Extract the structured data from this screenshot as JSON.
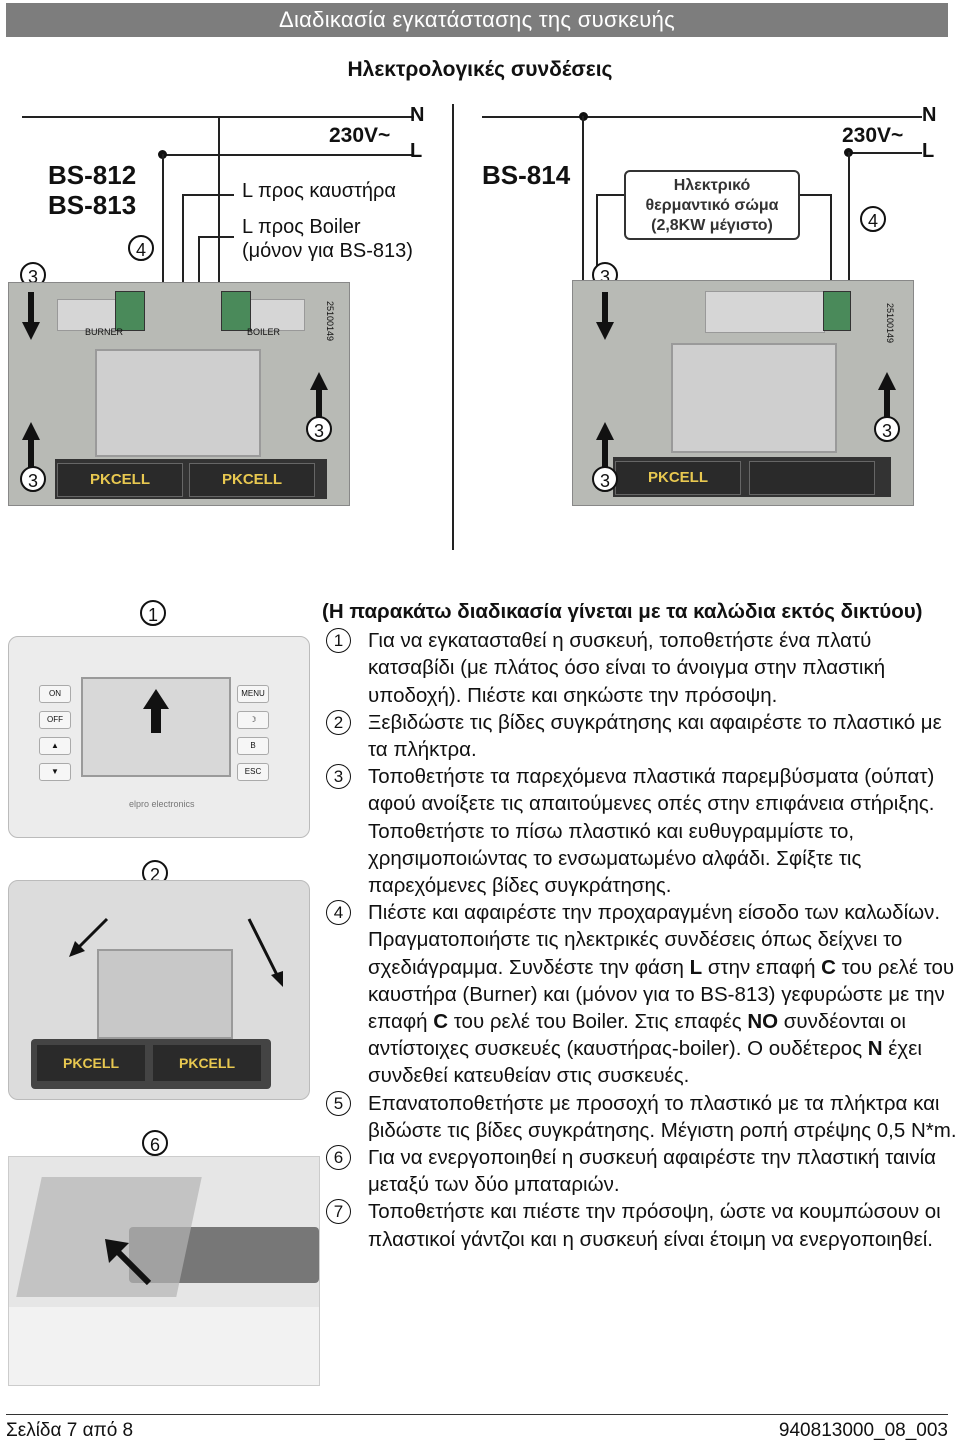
{
  "header": {
    "title": "Διαδικασία εγκατάστασης της συσκευής"
  },
  "section": {
    "title": "Ηλεκτρολογικές συνδέσεις"
  },
  "left_diagram": {
    "models": [
      "BS-812",
      "BS-813"
    ],
    "voltage": "230V~",
    "n_label": "N",
    "l_label": "L",
    "wire_burner": "L προς καυστήρα",
    "wire_boiler": "L προς Boiler",
    "wire_boiler_note": "(μόνον για BS-813)",
    "callouts": [
      "3",
      "4",
      "3",
      "3"
    ],
    "board_labels": [
      "BURNER",
      "BOILER",
      "25100149"
    ]
  },
  "right_diagram": {
    "model": "BS-814",
    "voltage": "230V~",
    "n_label": "N",
    "l_label": "L",
    "heater_line1": "Ηλεκτρικό",
    "heater_line2": "θερμαντικό σώμα",
    "heater_line3": "(2,8KW μέγιστο)",
    "callouts": [
      "3",
      "4",
      "3",
      "3"
    ],
    "board_labels": [
      "25100149"
    ]
  },
  "photos": {
    "callouts": [
      "1",
      "2",
      "6"
    ],
    "front_buttons_left": [
      "ON",
      "OFF",
      "▲",
      "▼"
    ],
    "front_buttons_right": [
      "MENU",
      "☽",
      "B",
      "ESC"
    ],
    "brand": "elpro electronics",
    "battery_label": "PKCELL"
  },
  "instructions": {
    "header": "(Η παρακάτω διαδικασία γίνεται με τα καλώδια εκτός δικτύου)",
    "steps": [
      {
        "num": "1",
        "text": "Για να εγκατασταθεί η συσκευή, τοποθετήστε ένα πλατύ κατσαβίδι (με πλάτος όσο είναι το άνοιγμα στην πλαστική υποδοχή). Πιέστε και σηκώστε την πρόσοψη."
      },
      {
        "num": "2",
        "text": "Ξεβιδώστε τις βίδες συγκράτησης και αφαιρέστε το πλαστικό με τα πλήκτρα."
      },
      {
        "num": "3",
        "text": "Τοποθετήστε τα παρεχόμενα πλαστικά παρεμβύσματα (ούπατ) αφού ανοίξετε τις απαιτούμενες οπές στην επιφάνεια στήριξης. Τοποθετήστε το πίσω πλαστικό και ευθυγραμμίστε το, χρησιμοποιώντας το ενσωματωμένο αλφάδι. Σφίξτε τις παρεχόμενες βίδες συγκράτησης."
      },
      {
        "num": "4",
        "text_a": "Πιέστε και αφαιρέστε την προχαραγμένη είσοδο των καλωδίων. Πραγματοποιήστε τις ηλεκτρικές συνδέσεις όπως δείχνει το σχεδιάγραμμα. Συνδέστε την φάση ",
        "b1": "L",
        "text_b": " στην επαφή ",
        "b2": "C",
        "text_c": " του ρελέ του καυστήρα (Burner) και (μόνον για το BS-813) γεφυρώστε με την επαφή ",
        "b3": "C",
        "text_d": " του ρελέ του Boiler. Στις επαφές ",
        "b4": "NO",
        "text_e": " συνδέονται οι αντίστοιχες συσκευές (καυστήρας-boiler). Ο ουδέτερος ",
        "b5": "N",
        "text_f": " έχει συνδεθεί κατευθείαν στις συσκευές."
      },
      {
        "num": "5",
        "text": "Επανατοποθετήστε με προσοχή το πλαστικό  με τα πλήκτρα και βιδώστε τις βίδες συγκράτησης. Μέγιστη ροπή στρέψης 0,5 N*m."
      },
      {
        "num": "6",
        "text": "Για να ενεργοποιηθεί η συσκευή αφαιρέστε την πλαστική ταινία μεταξύ των δύο μπαταριών."
      },
      {
        "num": "7",
        "text": "Τοποθετήστε και πιέστε την πρόσοψη, ώστε να κουμπώσουν οι πλαστικοί γάντζοι και η συσκευή είναι έτοιμη να ενεργοποιηθεί."
      }
    ]
  },
  "footer": {
    "page": "Σελίδα 7 από 8",
    "code": "940813000_08_003"
  },
  "colors": {
    "banner": "#7d7d7d",
    "text": "#111111"
  }
}
